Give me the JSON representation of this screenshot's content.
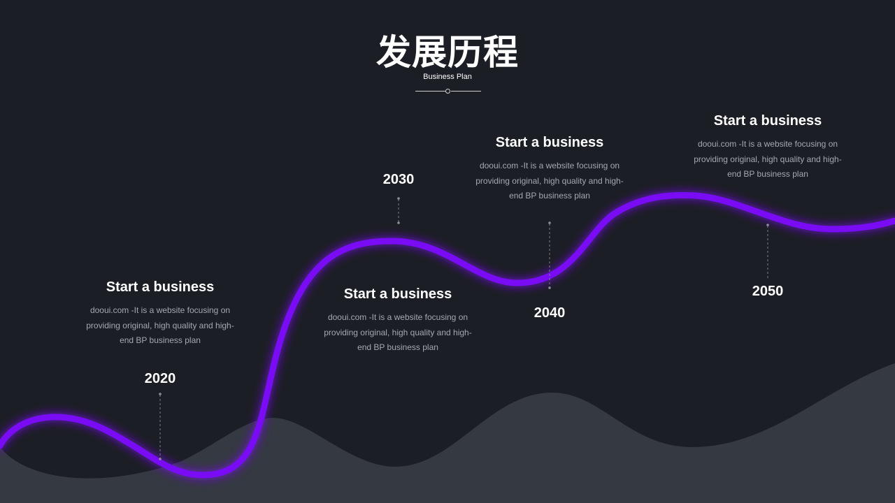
{
  "header": {
    "title": "发展历程",
    "subtitle": "Business Plan"
  },
  "milestones": [
    {
      "year": "2020",
      "heading": "Start a business",
      "text": "dooui.com -It is a website focusing on providing original, high quality and high-end BP  business plan"
    },
    {
      "year": "2030",
      "heading": "Start a business",
      "text": "dooui.com -It is a website focusing on providing original, high quality and high-end BP  business plan"
    },
    {
      "year": "2040",
      "heading": "Start a business",
      "text": "dooui.com -It is a website focusing on providing original, high quality and high-end BP  business plan"
    },
    {
      "year": "2050",
      "heading": "Start a business",
      "text": "dooui.com -It is a website focusing on providing original, high quality and high-end BP  business plan"
    }
  ],
  "colors": {
    "background": "#1c1e25",
    "wave_fill": "#353942",
    "curve": "#7a0cf5",
    "curve_glow": "#7a0cf5",
    "text": "#ffffff",
    "body_text": "#a5a8b0"
  }
}
